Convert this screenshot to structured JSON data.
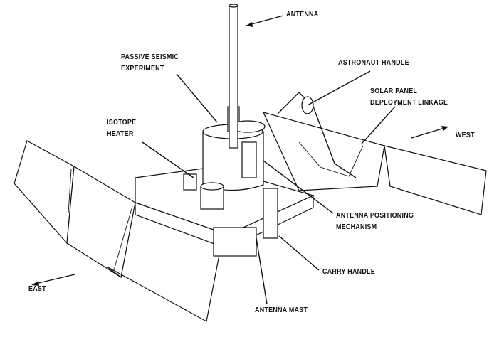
{
  "diagram": {
    "labels": {
      "antenna": "ANTENNA",
      "passive_seismic_1": "PASSIVE SEISMIC",
      "passive_seismic_2": "EXPERIMENT",
      "astronaut_handle": "ASTRONAUT HANDLE",
      "solar_panel_1": "SOLAR PANEL",
      "solar_panel_2": "DEPLOYMENT LINKAGE",
      "west": "WEST",
      "isotope_1": "ISOTOPE",
      "isotope_2": "HEATER",
      "antenna_pos_1": "ANTENNA POSITIONING",
      "antenna_pos_2": "MECHANISM",
      "carry_handle": "CARRY HANDLE",
      "antenna_mast": "ANTENNA MAST",
      "east": "EAST"
    }
  }
}
